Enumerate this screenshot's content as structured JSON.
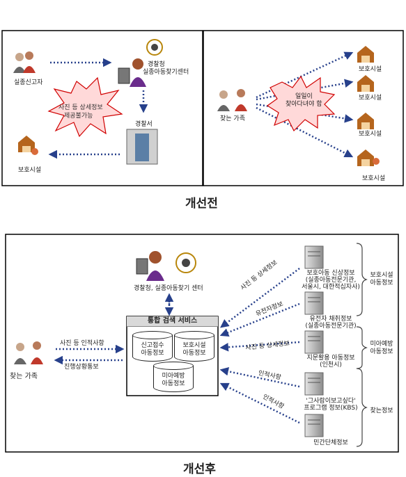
{
  "before": {
    "caption": "개선전",
    "reporter_label": "실종신고자",
    "police_label_1": "경찰청",
    "police_label_2": "실종아동찾기센터",
    "burst_left_1": "사진 등 상세정보",
    "burst_left_2": "제공불가능",
    "station_label": "경찰서",
    "shelter_label": "보호시설",
    "family_label": "찾는 가족",
    "burst_right_1": "일일이",
    "burst_right_2": "찾아다녀야 함",
    "right_shelters": [
      "보호시설",
      "보호시설",
      "보호시설",
      "보호시설"
    ]
  },
  "after": {
    "caption": "개선후",
    "police_label": "경찰청, 실종아동찾기 센터",
    "service_title": "통합 검색 서비스",
    "db_report": [
      "신고접수",
      "아동정보"
    ],
    "db_shelter": [
      "보호시설",
      "아동정보"
    ],
    "db_prevent": [
      "미아예방",
      "아동정보"
    ],
    "family_label": "찾는 가족",
    "arrow_to_service": "사진 등 인적사항",
    "arrow_to_family": "진행상황통보",
    "sources": [
      {
        "lines": [
          "보호아동 신상정보",
          "(실종아동전문기관,",
          "서울시, 대한적십자사)"
        ],
        "edge": "사진 등 상세정보"
      },
      {
        "lines": [
          "유전자 채취정보",
          "(실종아동전문기관)"
        ],
        "edge": "유전자정보"
      },
      {
        "lines": [
          "지문활용 아동정보",
          "(인천시)"
        ],
        "edge": "사진 등 상세정보"
      },
      {
        "lines": [
          "'그사람이보고싶다'",
          "프로그램 정보(KBS)"
        ],
        "edge": "인적사항"
      },
      {
        "lines": [
          "민간단체정보"
        ],
        "edge": "인적사항"
      }
    ],
    "groups": [
      [
        "보호시설",
        "아동정보"
      ],
      [
        "미아예방",
        "아동정보"
      ],
      [
        "찾는정보"
      ]
    ]
  }
}
